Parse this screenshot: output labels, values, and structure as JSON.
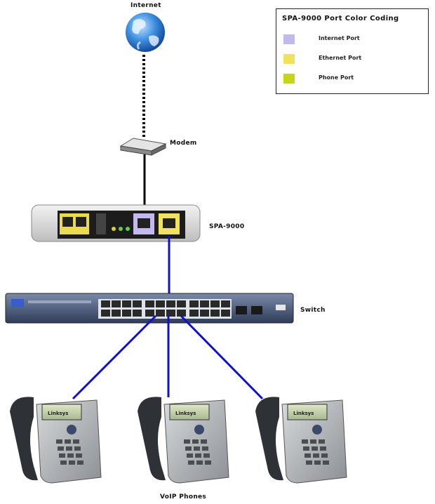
{
  "labels": {
    "internet": "Internet",
    "modem": "Modem",
    "spa": "SPA-9000",
    "switch": "Switch",
    "phones": "VoIP Phones"
  },
  "legend": {
    "title": "SPA-9000 Port Color Coding",
    "items": [
      {
        "label": "Internet Port",
        "color": "#c4b8ee"
      },
      {
        "label": "Ethernet Port",
        "color": "#f0e25a"
      },
      {
        "label": "Phone Port",
        "color": "#c6d41a"
      }
    ]
  },
  "colors": {
    "lan_cable": "#1010d0",
    "wan_cable": "#000000"
  },
  "phone_screen_text": "Linksys"
}
